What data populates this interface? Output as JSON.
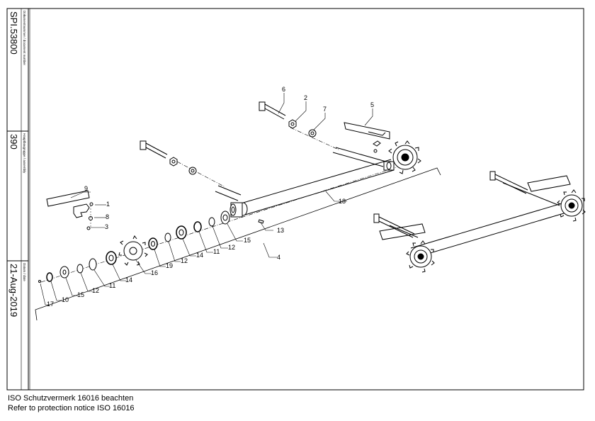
{
  "title_block": {
    "document_number_caption": "Dokumentnummer / document number",
    "document_number": "SPI.53800",
    "assembly_caption": "Hauptbaugruppe / assembly",
    "assembly": "390",
    "date_caption": "Datum / date",
    "date": "21-Aug-2019"
  },
  "callouts": {
    "c1": "1",
    "c2": "2",
    "c3": "3",
    "c4": "4",
    "c5": "5",
    "c6": "6",
    "c7": "7",
    "c8": "8",
    "c9": "9",
    "c10": "10",
    "c11a": "11",
    "c11b": "11",
    "c12a": "12",
    "c12b": "12",
    "c12c": "12",
    "c13": "13",
    "c14a": "14",
    "c14b": "14",
    "c15a": "15",
    "c15b": "15",
    "c16": "16",
    "c17": "17",
    "c18": "18",
    "c19": "19"
  },
  "footer": {
    "line1": "ISO Schutzvermerk 16016 beachten",
    "line2": "Refer to protection notice ISO 16016"
  }
}
